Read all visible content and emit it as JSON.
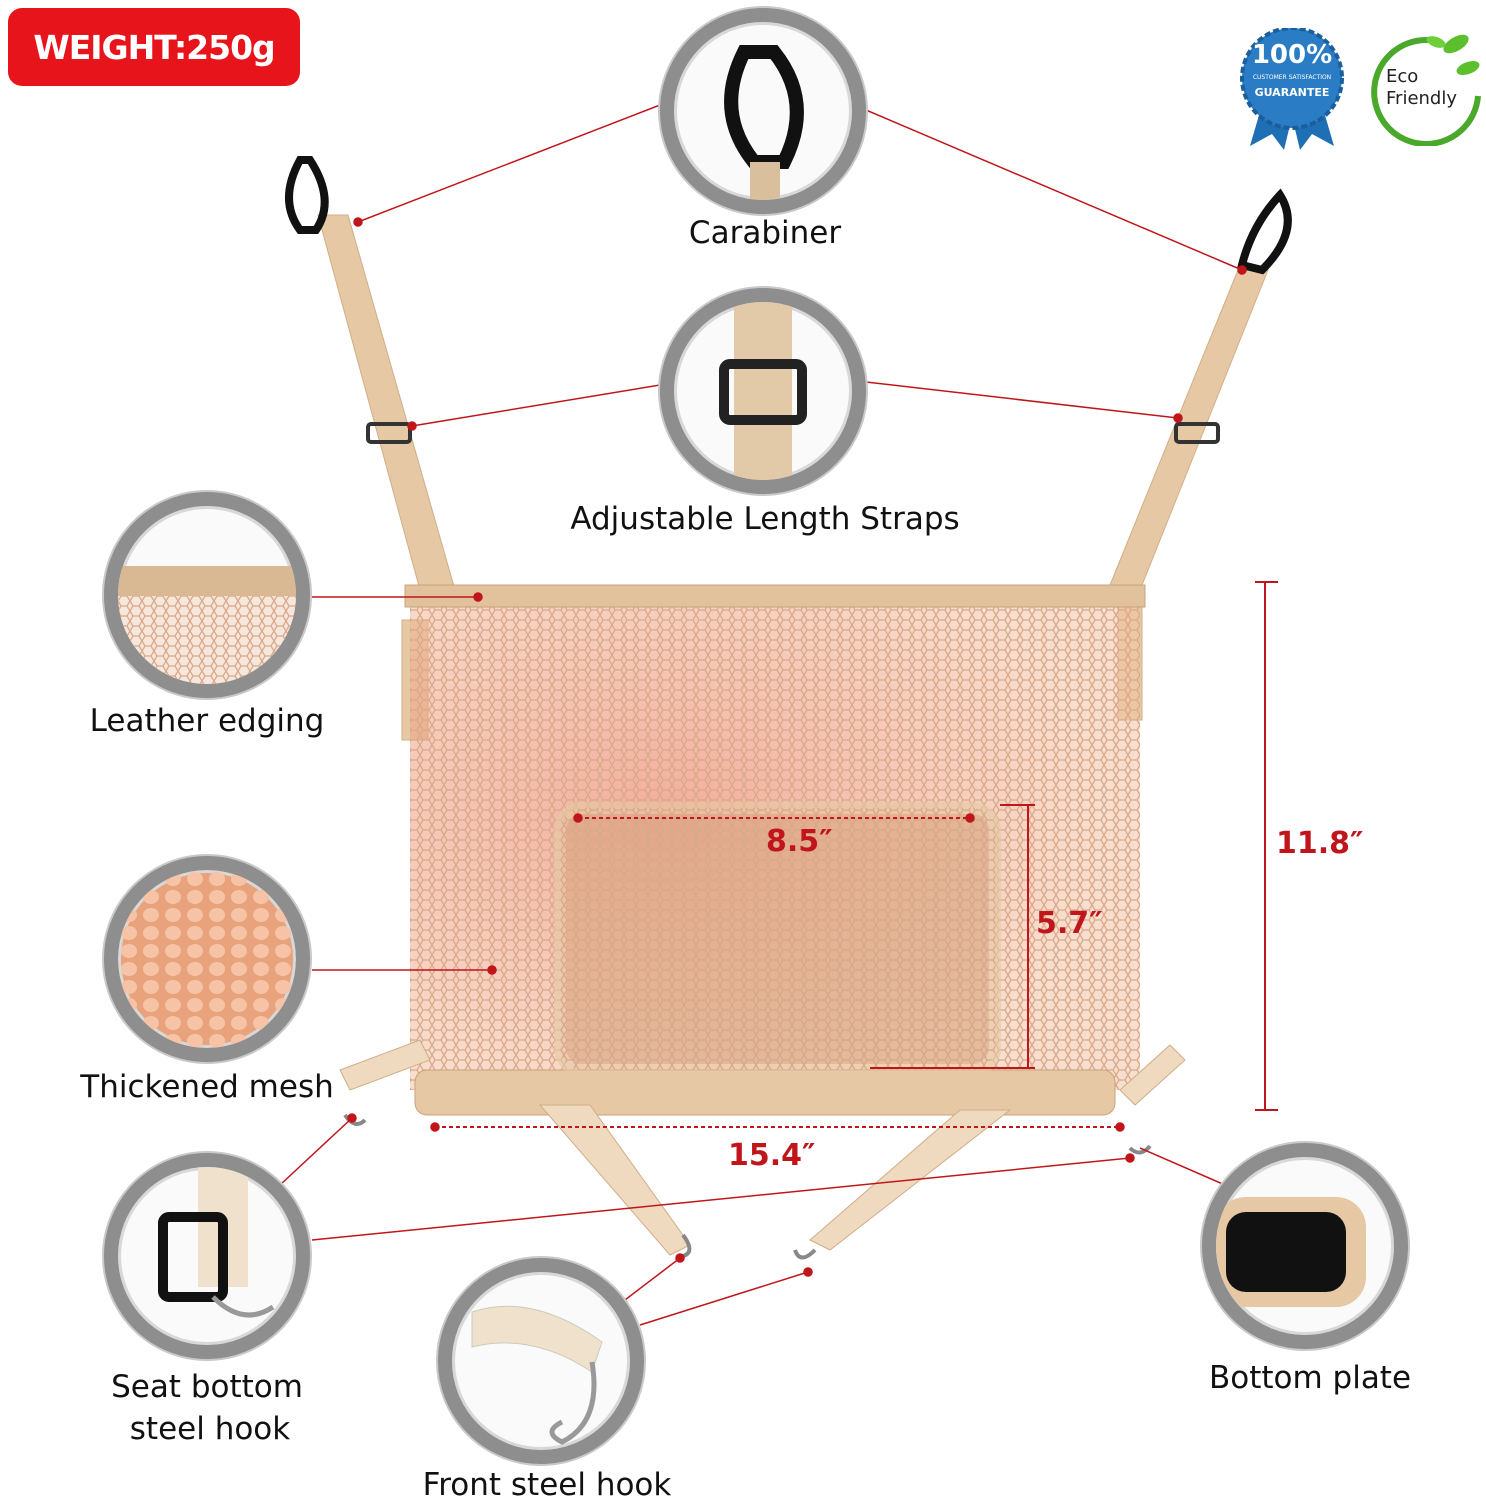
{
  "weight_badge": "WEIGHT:250g",
  "badges": {
    "guarantee": {
      "percent": "100%",
      "line1": "CUSTOMER SATISFACTION",
      "line2": "GUARANTEE"
    },
    "eco": {
      "line1": "Eco",
      "line2": "Friendly"
    }
  },
  "features": {
    "carabiner": "Carabiner",
    "straps": "Adjustable Length Straps",
    "leather": "Leather edging",
    "mesh": "Thickened mesh",
    "seat_hook_1": "Seat bottom",
    "seat_hook_2": "steel hook",
    "front_hook": "Front steel hook",
    "bottom_plate": "Bottom plate"
  },
  "dimensions": {
    "height": "11.8″",
    "width": "15.4″",
    "pocket_width": "8.5″",
    "pocket_height": "5.7″"
  },
  "colors": {
    "accent": "#e8141b",
    "leader": "#c0161b",
    "beige": "#e8c9a6",
    "blue": "#1f6fb5",
    "green": "#4aa82a"
  }
}
